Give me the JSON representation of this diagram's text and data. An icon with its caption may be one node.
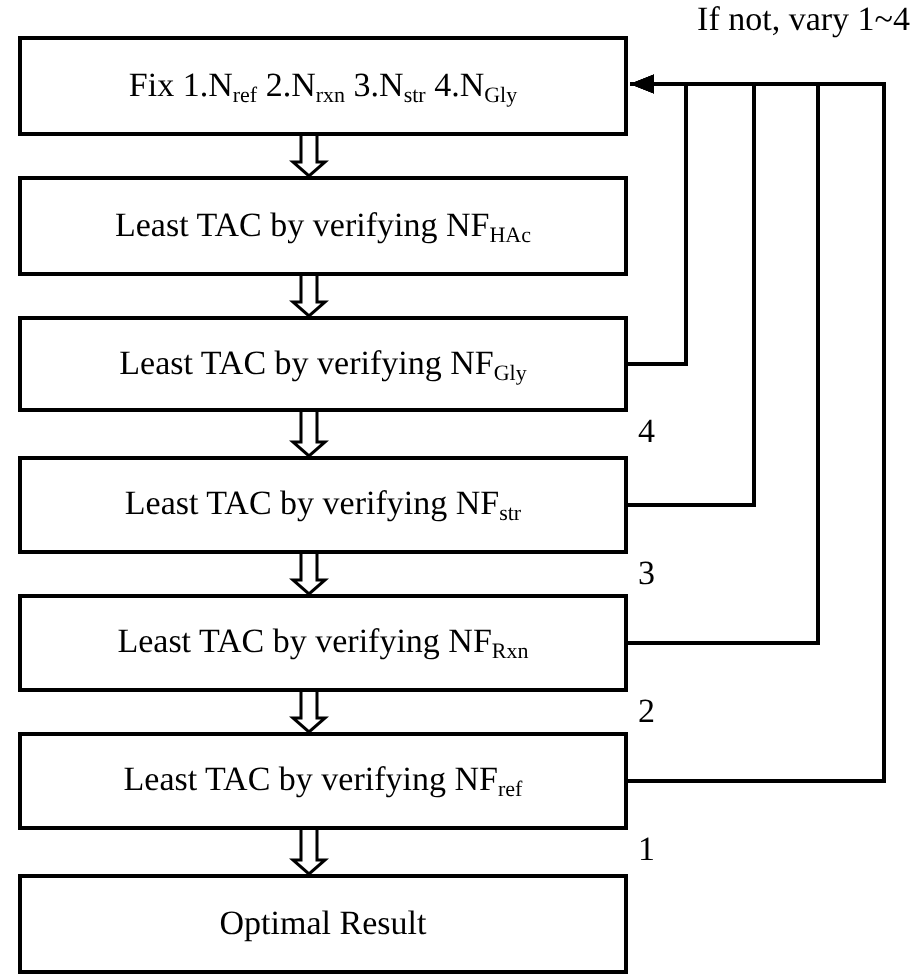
{
  "diagram": {
    "nodes": [
      {
        "text": [
          "Fix 1.N$_{ref}$ 2.N$_{rxn}$ 3.N$_{str}$ 4.N$_{Gly}$"
        ]
      },
      {
        "text": [
          "Least TAC by verifying NF$_{HAc}$"
        ]
      },
      {
        "text": [
          "Least TAC by verifying NF$_{Gly}$"
        ],
        "beside": [
          "4"
        ]
      },
      {
        "text": [
          "Least TAC by verifying NF$_{str}$"
        ],
        "beside": [
          "3"
        ]
      },
      {
        "text": [
          "Least TAC by verifying NF$_{Rxn}$"
        ],
        "beside": [
          "2"
        ]
      },
      {
        "text": [
          "Least TAC by verifying NF$_{ref}$"
        ],
        "beside": [
          "1"
        ]
      },
      {
        "text": [
          "Optimal Result"
        ]
      }
    ],
    "edges": [
      {
        "from": 0,
        "to": 1,
        "arrow": "to"
      },
      {
        "from": 1,
        "to": 2,
        "arrow": "to"
      },
      {
        "from": 2,
        "to": 3,
        "arrow": "to"
      },
      {
        "from": 3,
        "to": 4,
        "arrow": "to"
      },
      {
        "from": 4,
        "to": 5,
        "arrow": "to"
      },
      {
        "from": 5,
        "to": 6,
        "arrow": "to"
      },
      {
        "from": 2,
        "to": 0,
        "arrow": "to"
      },
      {
        "from": 3,
        "to": 0,
        "arrow": "to"
      },
      {
        "from": 4,
        "to": 0,
        "arrow": "to"
      },
      {
        "from": 5,
        "to": 0,
        "arrow": "to"
      }
    ],
    "labels": [
      "If not, vary 1~4"
    ]
  }
}
